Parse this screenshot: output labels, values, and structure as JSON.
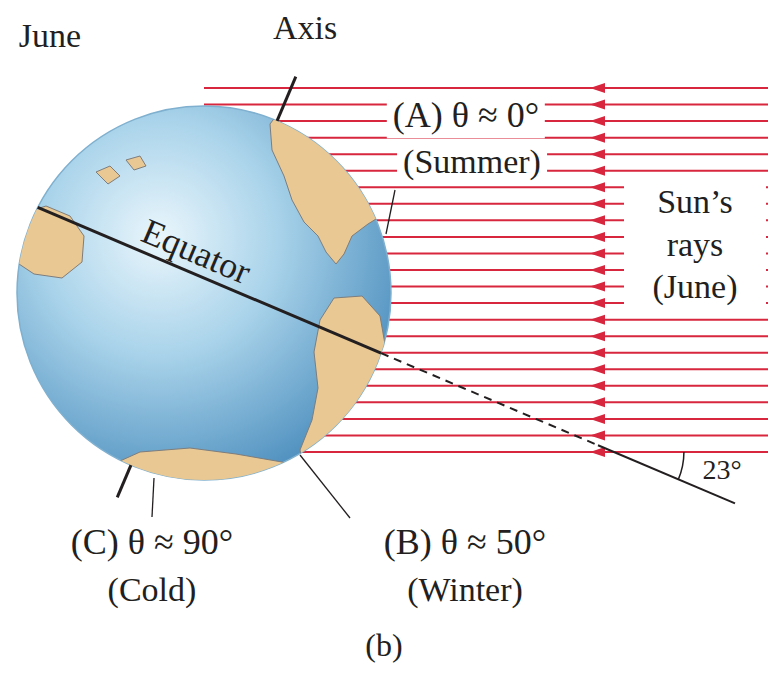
{
  "diagram": {
    "labels": [
      "June",
      "Axis",
      "(A) θ ≈ 0°",
      "(Summer)",
      "Sun’s rays (June)",
      "Equator",
      "23°",
      "(C) θ ≈ 90°",
      "(Cold)",
      "(B) θ ≈ 50°",
      "(Winter)",
      "(b)"
    ]
  }
}
